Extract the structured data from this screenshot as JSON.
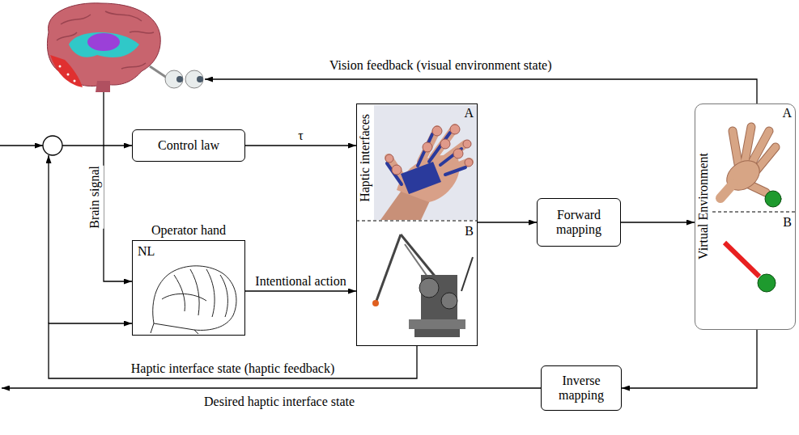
{
  "diagram": {
    "nodes": [
      {
        "text": [
          "Control law"
        ]
      },
      {
        "text": [
          "Operator hand",
          "NL"
        ]
      },
      {
        "text": [
          "Haptic interfaces",
          "A",
          "B"
        ]
      },
      {
        "text": [
          "Forward mapping"
        ]
      },
      {
        "text": [
          "Virtual Environment",
          "A",
          "B"
        ]
      },
      {
        "text": [
          "Inverse mapping"
        ]
      }
    ],
    "edges": [
      {
        "from": 0,
        "to": 2,
        "arrow": "to",
        "label": "τ"
      },
      {
        "from": 1,
        "to": 2,
        "arrow": "to",
        "label": "Intentional action"
      },
      {
        "from": 2,
        "to": 3,
        "arrow": "to"
      },
      {
        "from": 3,
        "to": 4,
        "arrow": "to"
      },
      {
        "from": 4,
        "to": 5,
        "arrow": "to"
      },
      {
        "from": 2,
        "to": 1,
        "arrow": "to",
        "label": "Haptic interface state (haptic feedback)"
      }
    ],
    "labels": [
      "Vision feedback (visual environment state)",
      "Brain signal",
      "Desired haptic interface state"
    ]
  }
}
